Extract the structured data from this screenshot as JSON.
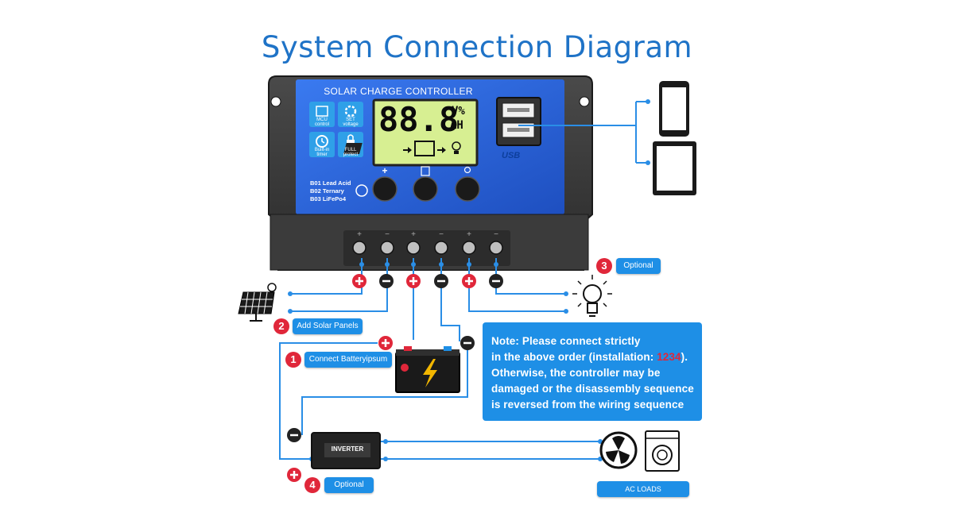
{
  "title": "System Connection Diagram",
  "controller": {
    "header": "SOLAR CHARGE CONTROLLER",
    "lcd_digits": "88.8",
    "lcd_unit_top": "V%",
    "lcd_unit_bottom": "AH",
    "feature_icons": [
      {
        "icon": "chip-icon",
        "label_line1": "MCU",
        "label_line2": "control"
      },
      {
        "icon": "gear-icon",
        "label_line1": "SET",
        "label_line2": "voltage"
      },
      {
        "icon": "clock-icon",
        "label_line1": "Built-in",
        "label_line2": "timer"
      },
      {
        "icon": "lock-icon",
        "label_line1": "FULL",
        "label_line2": "protect"
      }
    ],
    "battery_types": [
      "B01 Lead Acid",
      "B02 Ternary",
      "B03 LiFePo4"
    ],
    "buttons": [
      {
        "icon": "plus-icon",
        "label": "+"
      },
      {
        "icon": "battery-icon"
      },
      {
        "icon": "bulb-icon"
      }
    ],
    "usb_label": "USB"
  },
  "steps": [
    {
      "number": "1",
      "label": "Connect Batteryipsum"
    },
    {
      "number": "2",
      "label": "Add Solar Panels"
    },
    {
      "number": "3",
      "label": "Optional"
    },
    {
      "number": "4",
      "label": "Optional"
    }
  ],
  "note": {
    "line1": "Note: Please connect strictly",
    "line2_before": "in the above order (installation: ",
    "line2_highlight": "1234",
    "line2_after": ").",
    "line3": "Otherwise, the controller may be",
    "line4": "damaged or the disassembly sequence",
    "line5": "is reversed from the wiring sequence"
  },
  "inverter_label": "INVERTER",
  "ac_loads_label": "AC LOADS",
  "colors": {
    "title": "#1f73c7",
    "accent_blue": "#1e8fe6",
    "positive_red": "#e0273a",
    "negative_black": "#222222",
    "panel_blue": "#2e63d6",
    "lcd_green": "#d7ef92"
  }
}
